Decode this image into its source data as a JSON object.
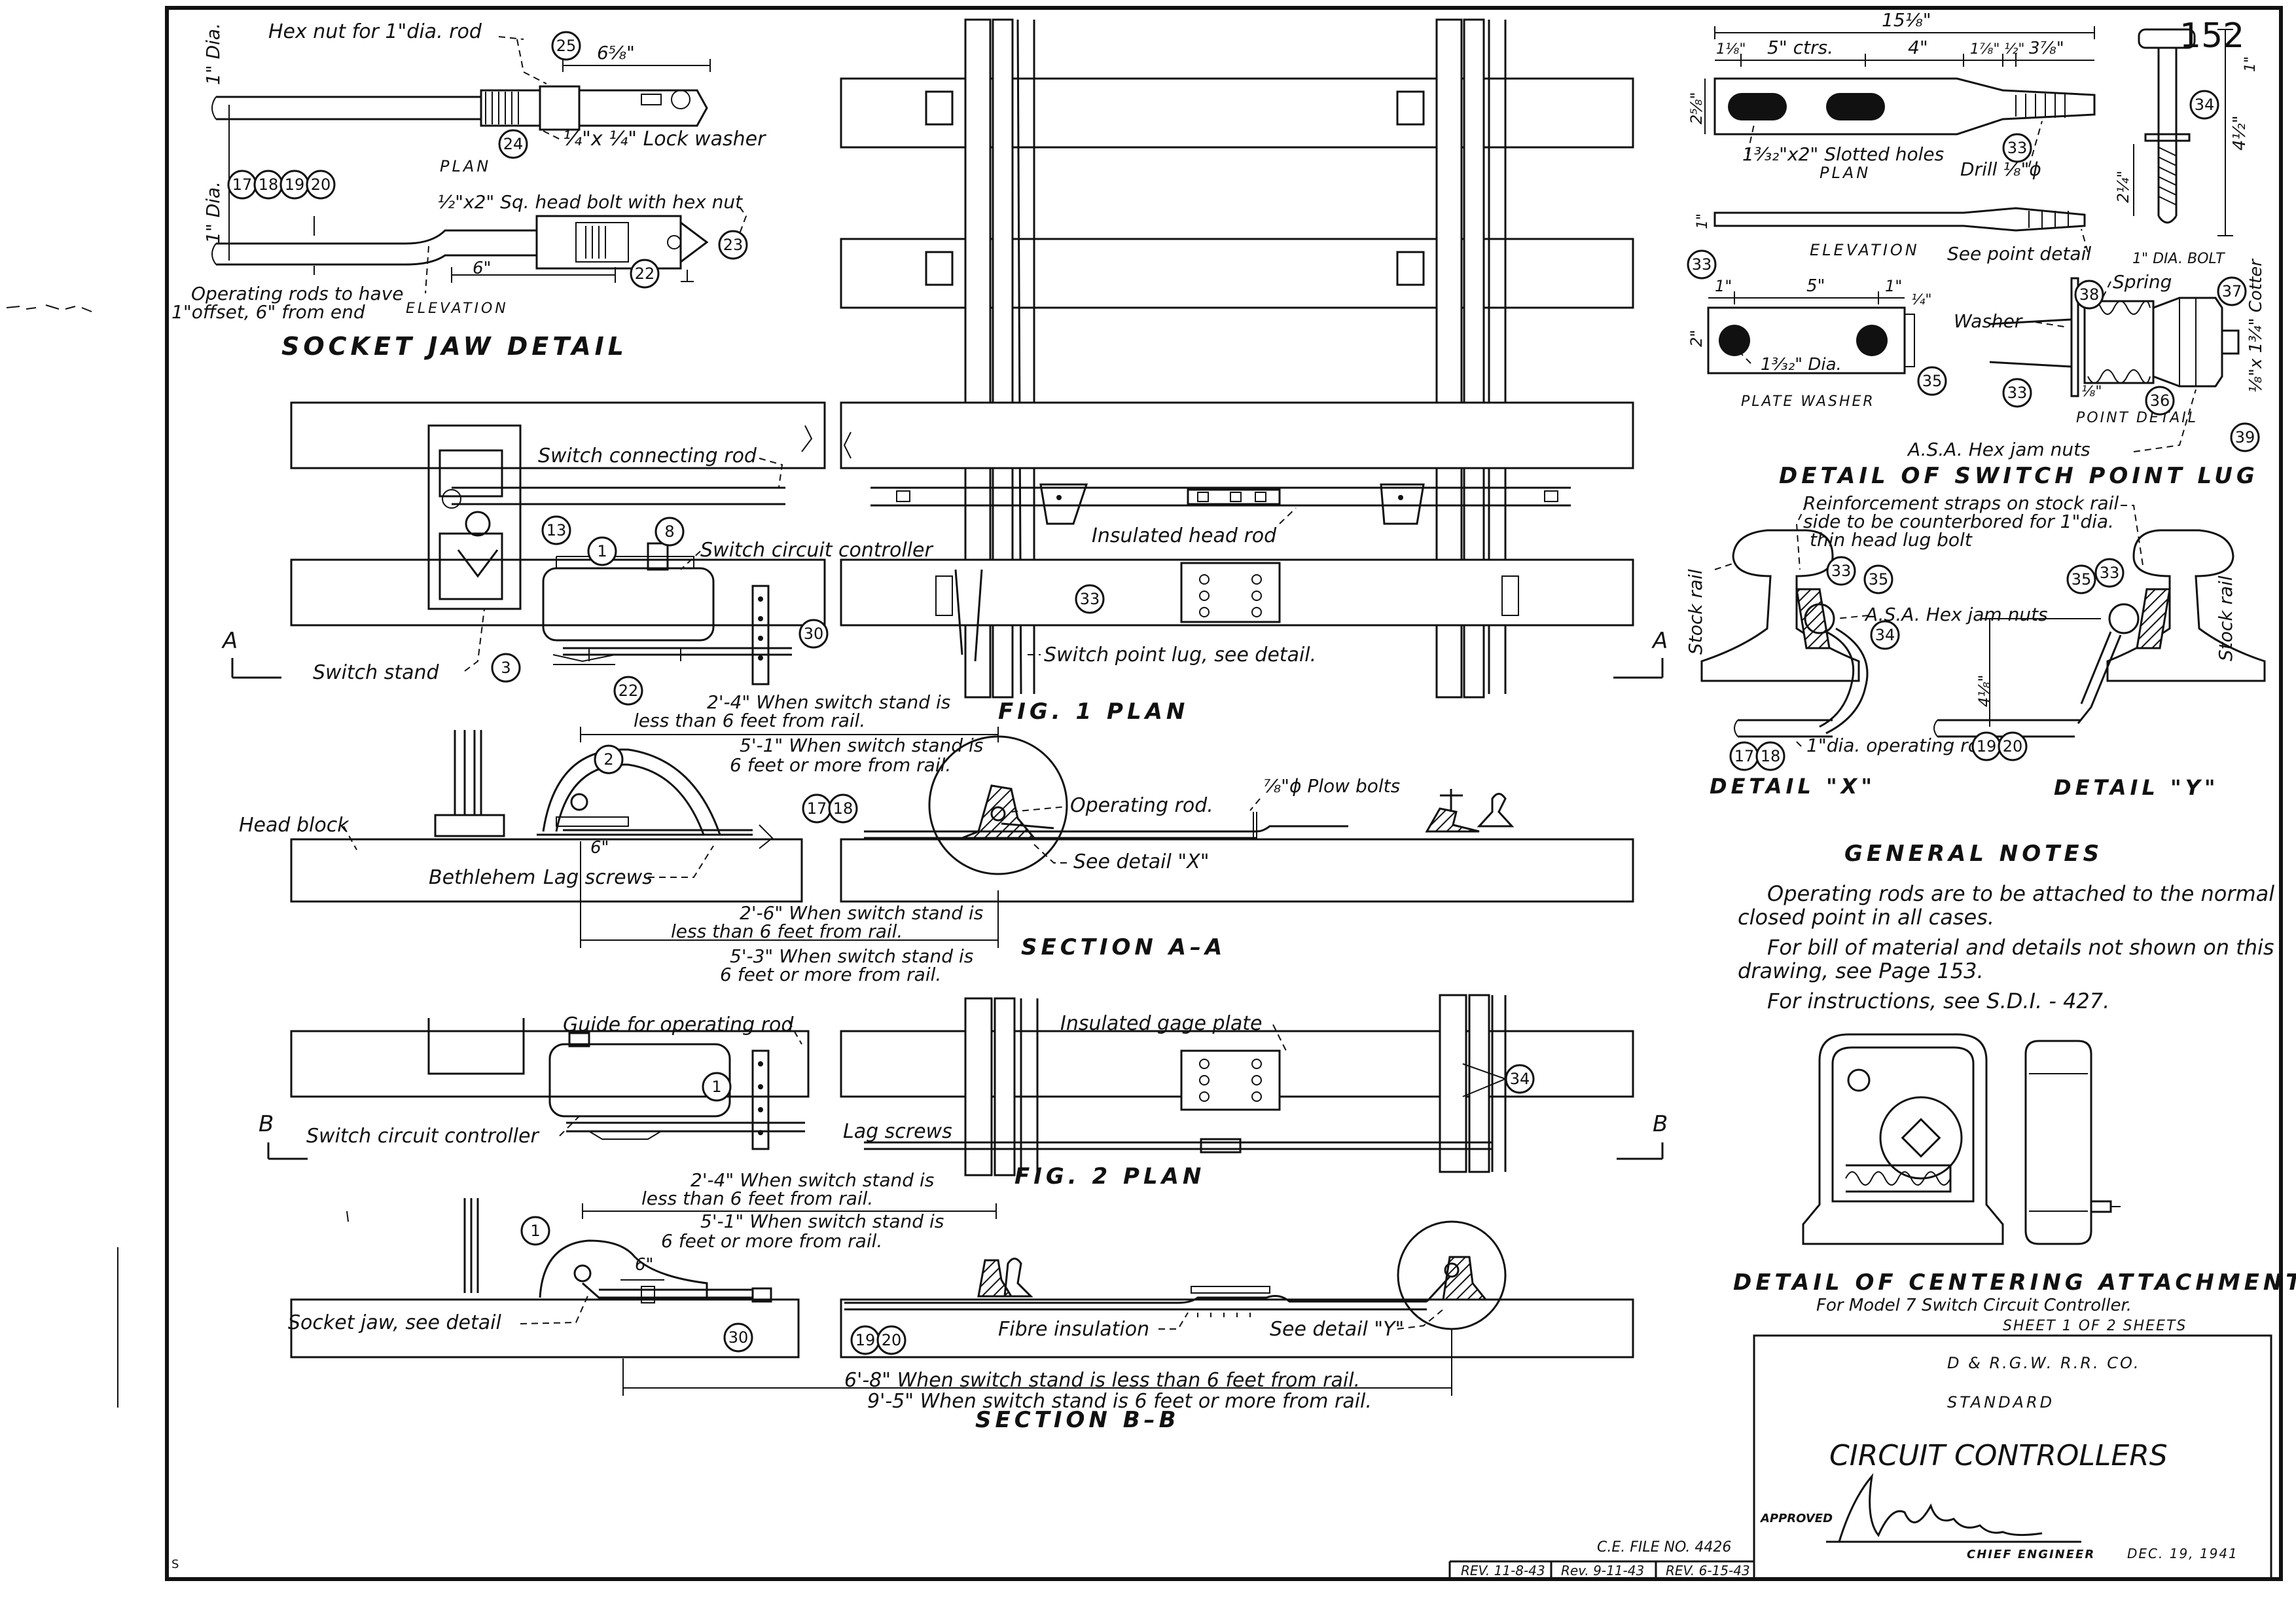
{
  "page_number": "152",
  "socket_jaw": {
    "title": "SOCKET JAW DETAIL",
    "hex_nut": "Hex nut for 1\"dia. rod",
    "dim_plan": "6⅝\"",
    "lock_washer": "¼\"x ¼\" Lock washer",
    "plan": "PLAN",
    "dia_top": "1\" Dia.",
    "dia_bottom": "1\" Dia.",
    "sq_head_bolt": "½\"x2\" Sq. head bolt with hex nut",
    "dim_6": "6\"",
    "elevation": "ELEVATION",
    "offset_note_1": "Operating rods to have",
    "offset_note_2": "1\"offset, 6\" from end"
  },
  "fig1": {
    "caption": "FIG. 1   PLAN",
    "switch_connecting_rod": "Switch connecting rod",
    "switch_circuit_controller": "Switch circuit controller",
    "switch_stand": "Switch stand",
    "insulated_head_rod": "Insulated head rod",
    "switch_point_lug": "Switch point lug, see detail."
  },
  "section_aa": {
    "caption": "SECTION  A–A",
    "dim_upper_1a": "2'-4\" When switch stand is",
    "dim_upper_1b": "less than 6 feet from rail.",
    "dim_upper_2a": "5'-1\" When switch stand is",
    "dim_upper_2b": "6 feet or more from rail.",
    "head_block": "Head block",
    "bethlehem": "Bethlehem",
    "lag_screws": "Lag screws",
    "dim_6": "6\"",
    "operating_rod": "Operating rod.",
    "plow_bolts": "⅞\"ϕ Plow bolts",
    "see_detail_x": "See detail \"X\"",
    "dim_lower_1a": "2'-6\" When switch stand is",
    "dim_lower_1b": "less than 6 feet from rail.",
    "dim_lower_2a": "5'-3\" When switch stand is",
    "dim_lower_2b": "6 feet or more from rail."
  },
  "fig2": {
    "caption": "FIG. 2   PLAN",
    "guide": "Guide for operating rod",
    "switch_circuit_controller": "Switch circuit controller",
    "insulated_gage_plate": "Insulated gage plate",
    "lag_screws": "Lag screws"
  },
  "section_bb": {
    "caption": "SECTION  B–B",
    "dim_upper_1a": "2'-4\" When switch stand is",
    "dim_upper_1b": "less than 6 feet from rail.",
    "dim_upper_2a": "5'-1\" When switch stand is",
    "dim_upper_2b": "6 feet or more from rail.",
    "dim_6": "6\"",
    "socket_jaw": "Socket jaw, see detail",
    "fibre_insulation": "Fibre insulation",
    "see_detail_y": "See detail \"Y\"",
    "dim_lower_1": "6'-8\" When switch stand is less than 6 feet from rail.",
    "dim_lower_2": "9'-5\" When switch stand is 6 feet or more from rail."
  },
  "section_marks": {
    "a": "A",
    "b": "B"
  },
  "lug": {
    "overall": "15⅛\"",
    "d1": "1⅛\"",
    "ctrs": "5\" ctrs.",
    "d4": "4\"",
    "d5": "1⅞\"",
    "d6": "½\"",
    "d7": "3⅞\"",
    "height": "2⅝\"",
    "slotted": "1³⁄₃₂\"x2\" Slotted holes",
    "drill": "Drill ⅛\"ϕ",
    "plan": "PLAN",
    "elevation": "ELEVATION",
    "see_point_detail": "See point detail",
    "thk": "1\"",
    "bolt_label": "1\" DIA. BOLT",
    "bolt_len": "4½\"",
    "bolt_thread": "2¼\"",
    "bolt_head": "1\"",
    "title": "DETAIL OF SWITCH POINT LUG"
  },
  "plate_washer": {
    "d1": "1\"",
    "d5": "5\"",
    "d1b": "1\"",
    "height": "2\"",
    "dia": "1³⁄₃₂\" Dia.",
    "thk": "¼\"",
    "label": "PLATE WASHER"
  },
  "point_detail": {
    "spring": "Spring",
    "washer": "Washer",
    "cotter": "⅛\"x 1¾\" Cotter",
    "dim": "⅛\"",
    "label": "POINT DETAIL",
    "jam_nuts": "A.S.A. Hex jam nuts"
  },
  "details_xy": {
    "reinf_1": "Reinforcement straps on stock rail",
    "reinf_2": "side to be counterbored for 1\"dia.",
    "reinf_3": "thin head lug bolt",
    "stock_rail_l": "Stock rail",
    "stock_rail_r": "Stock rail",
    "jam_nuts": "A.S.A. Hex jam nuts",
    "op_rod": "1\"dia. operating rod",
    "dim": "4⅛\"",
    "x_label": "DETAIL  \"X\"",
    "y_label": "DETAIL  \"Y\""
  },
  "notes": {
    "title": "GENERAL NOTES",
    "l1": "Operating rods are to be attached to the normal",
    "l2": "closed point in all cases.",
    "l3": "For bill of material and details not shown on this",
    "l4": "drawing, see Page 153.",
    "l5": "For instructions, see S.D.I. - 427."
  },
  "centering": {
    "title": "DETAIL OF CENTERING ATTACHMENT",
    "sub": "For Model 7 Switch Circuit Controller."
  },
  "title_block": {
    "sheet": "SHEET 1 OF 2 SHEETS",
    "company": "D & R.G.W. R.R. CO.",
    "standard": "STANDARD",
    "title": "CIRCUIT  CONTROLLERS",
    "approved": "APPROVED",
    "chief": "CHIEF  ENGINEER",
    "date": "DEC. 19, 1941"
  },
  "file_no": "C.E. FILE NO. 4426",
  "revisions": [
    "REV. 11-8-43",
    "Rev. 9-11-43",
    "REV. 6-15-43"
  ],
  "corner_s": "S",
  "balloons": {
    "b25": "25",
    "b24": "24",
    "b17": "17",
    "b18": "18",
    "b19": "19",
    "b20": "20",
    "b23": "23",
    "b22": "22",
    "b13": "13",
    "b8": "8",
    "b1": "1",
    "b3": "3",
    "b30": "30",
    "b2": "2",
    "b33": "33",
    "b34": "34",
    "b35": "35",
    "b36": "36",
    "b37": "37",
    "b38": "38",
    "b39": "39"
  }
}
